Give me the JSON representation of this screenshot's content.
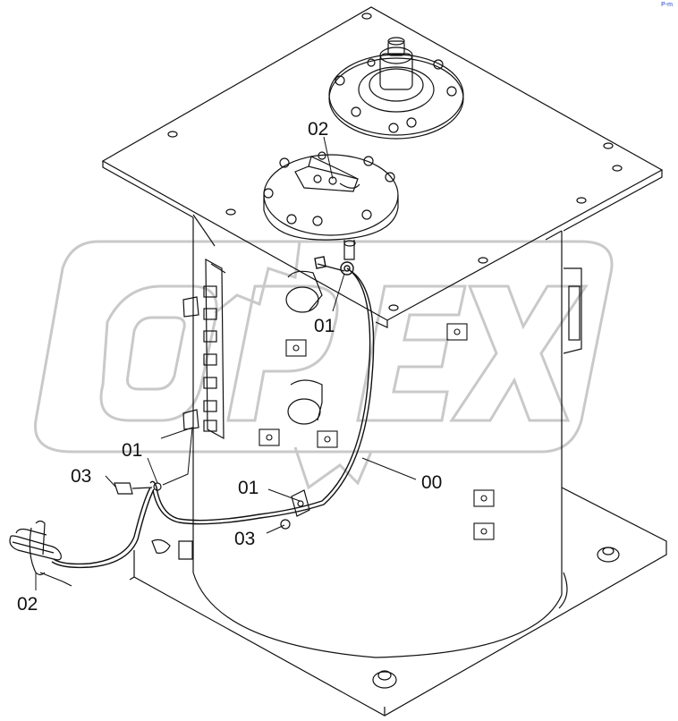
{
  "watermark": {
    "brand": "OPEX"
  },
  "corner_mark": "P-m",
  "callouts": {
    "top_02": "02",
    "top_01": "01",
    "left_01": "01",
    "left_03": "03",
    "right_00": "00",
    "mid_01": "01",
    "mid_03": "03",
    "bottom_02": "02"
  },
  "colors": {
    "line": "#111111",
    "watermark": "#c8c8c8",
    "corner_mark": "#1a3fd0"
  }
}
